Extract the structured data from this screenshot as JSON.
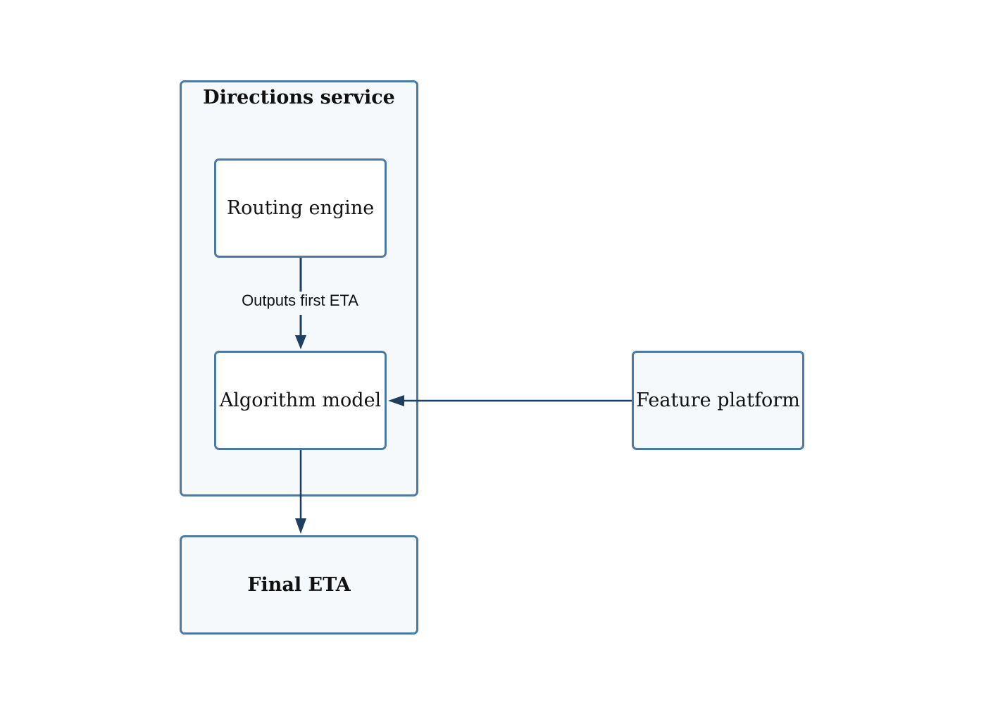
{
  "nodes": {
    "directions_service": {
      "label": "Directions service"
    },
    "routing_engine": {
      "label": "Routing engine"
    },
    "algorithm_model": {
      "label": "Algorithm model"
    },
    "feature_platform": {
      "label": "Feature platform"
    },
    "final_eta": {
      "label": "Final ETA"
    }
  },
  "edges": {
    "routing_to_algorithm": {
      "label": "Outputs first ETA"
    },
    "feature_to_algorithm": {
      "label": ""
    },
    "algorithm_to_final": {
      "label": ""
    }
  },
  "colors": {
    "box_border": "#4a7aa5",
    "box_fill_light": "#f5f9fc",
    "arrow": "#1f3f5f",
    "text": "#111111"
  }
}
